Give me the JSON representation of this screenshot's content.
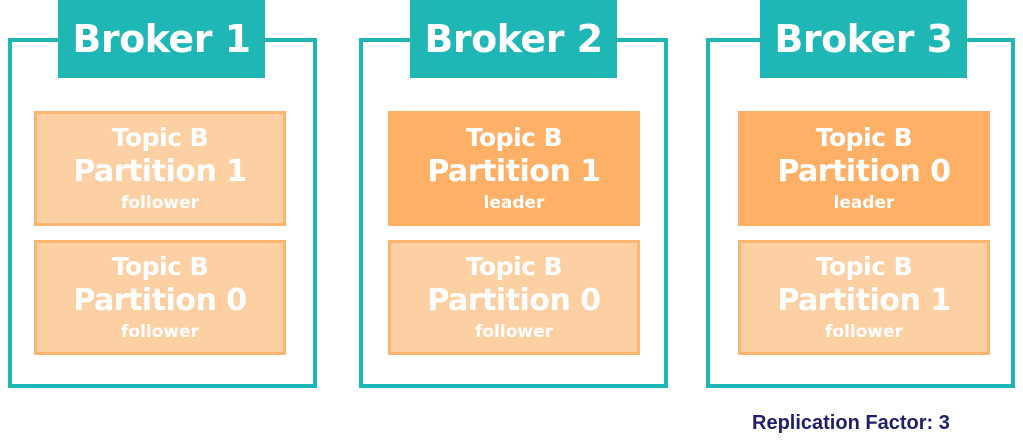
{
  "brokers": [
    {
      "title": "Broker 1",
      "partitions": [
        {
          "topic": "Topic B",
          "partition": "Partition 1",
          "role": "follower"
        },
        {
          "topic": "Topic B",
          "partition": "Partition 0",
          "role": "follower"
        }
      ]
    },
    {
      "title": "Broker 2",
      "partitions": [
        {
          "topic": "Topic B",
          "partition": "Partition 1",
          "role": "leader"
        },
        {
          "topic": "Topic B",
          "partition": "Partition 0",
          "role": "follower"
        }
      ]
    },
    {
      "title": "Broker 3",
      "partitions": [
        {
          "topic": "Topic B",
          "partition": "Partition 0",
          "role": "leader"
        },
        {
          "topic": "Topic B",
          "partition": "Partition 1",
          "role": "follower"
        }
      ]
    }
  ],
  "footer": {
    "text": "Replication Factor: 3"
  },
  "colors": {
    "broker_teal": "#1fb6b6",
    "leader_fill": "#fdb066",
    "follower_fill": "#fdd0a4",
    "follower_border": "#fdb56f",
    "footer_text": "#1f1f6e"
  }
}
